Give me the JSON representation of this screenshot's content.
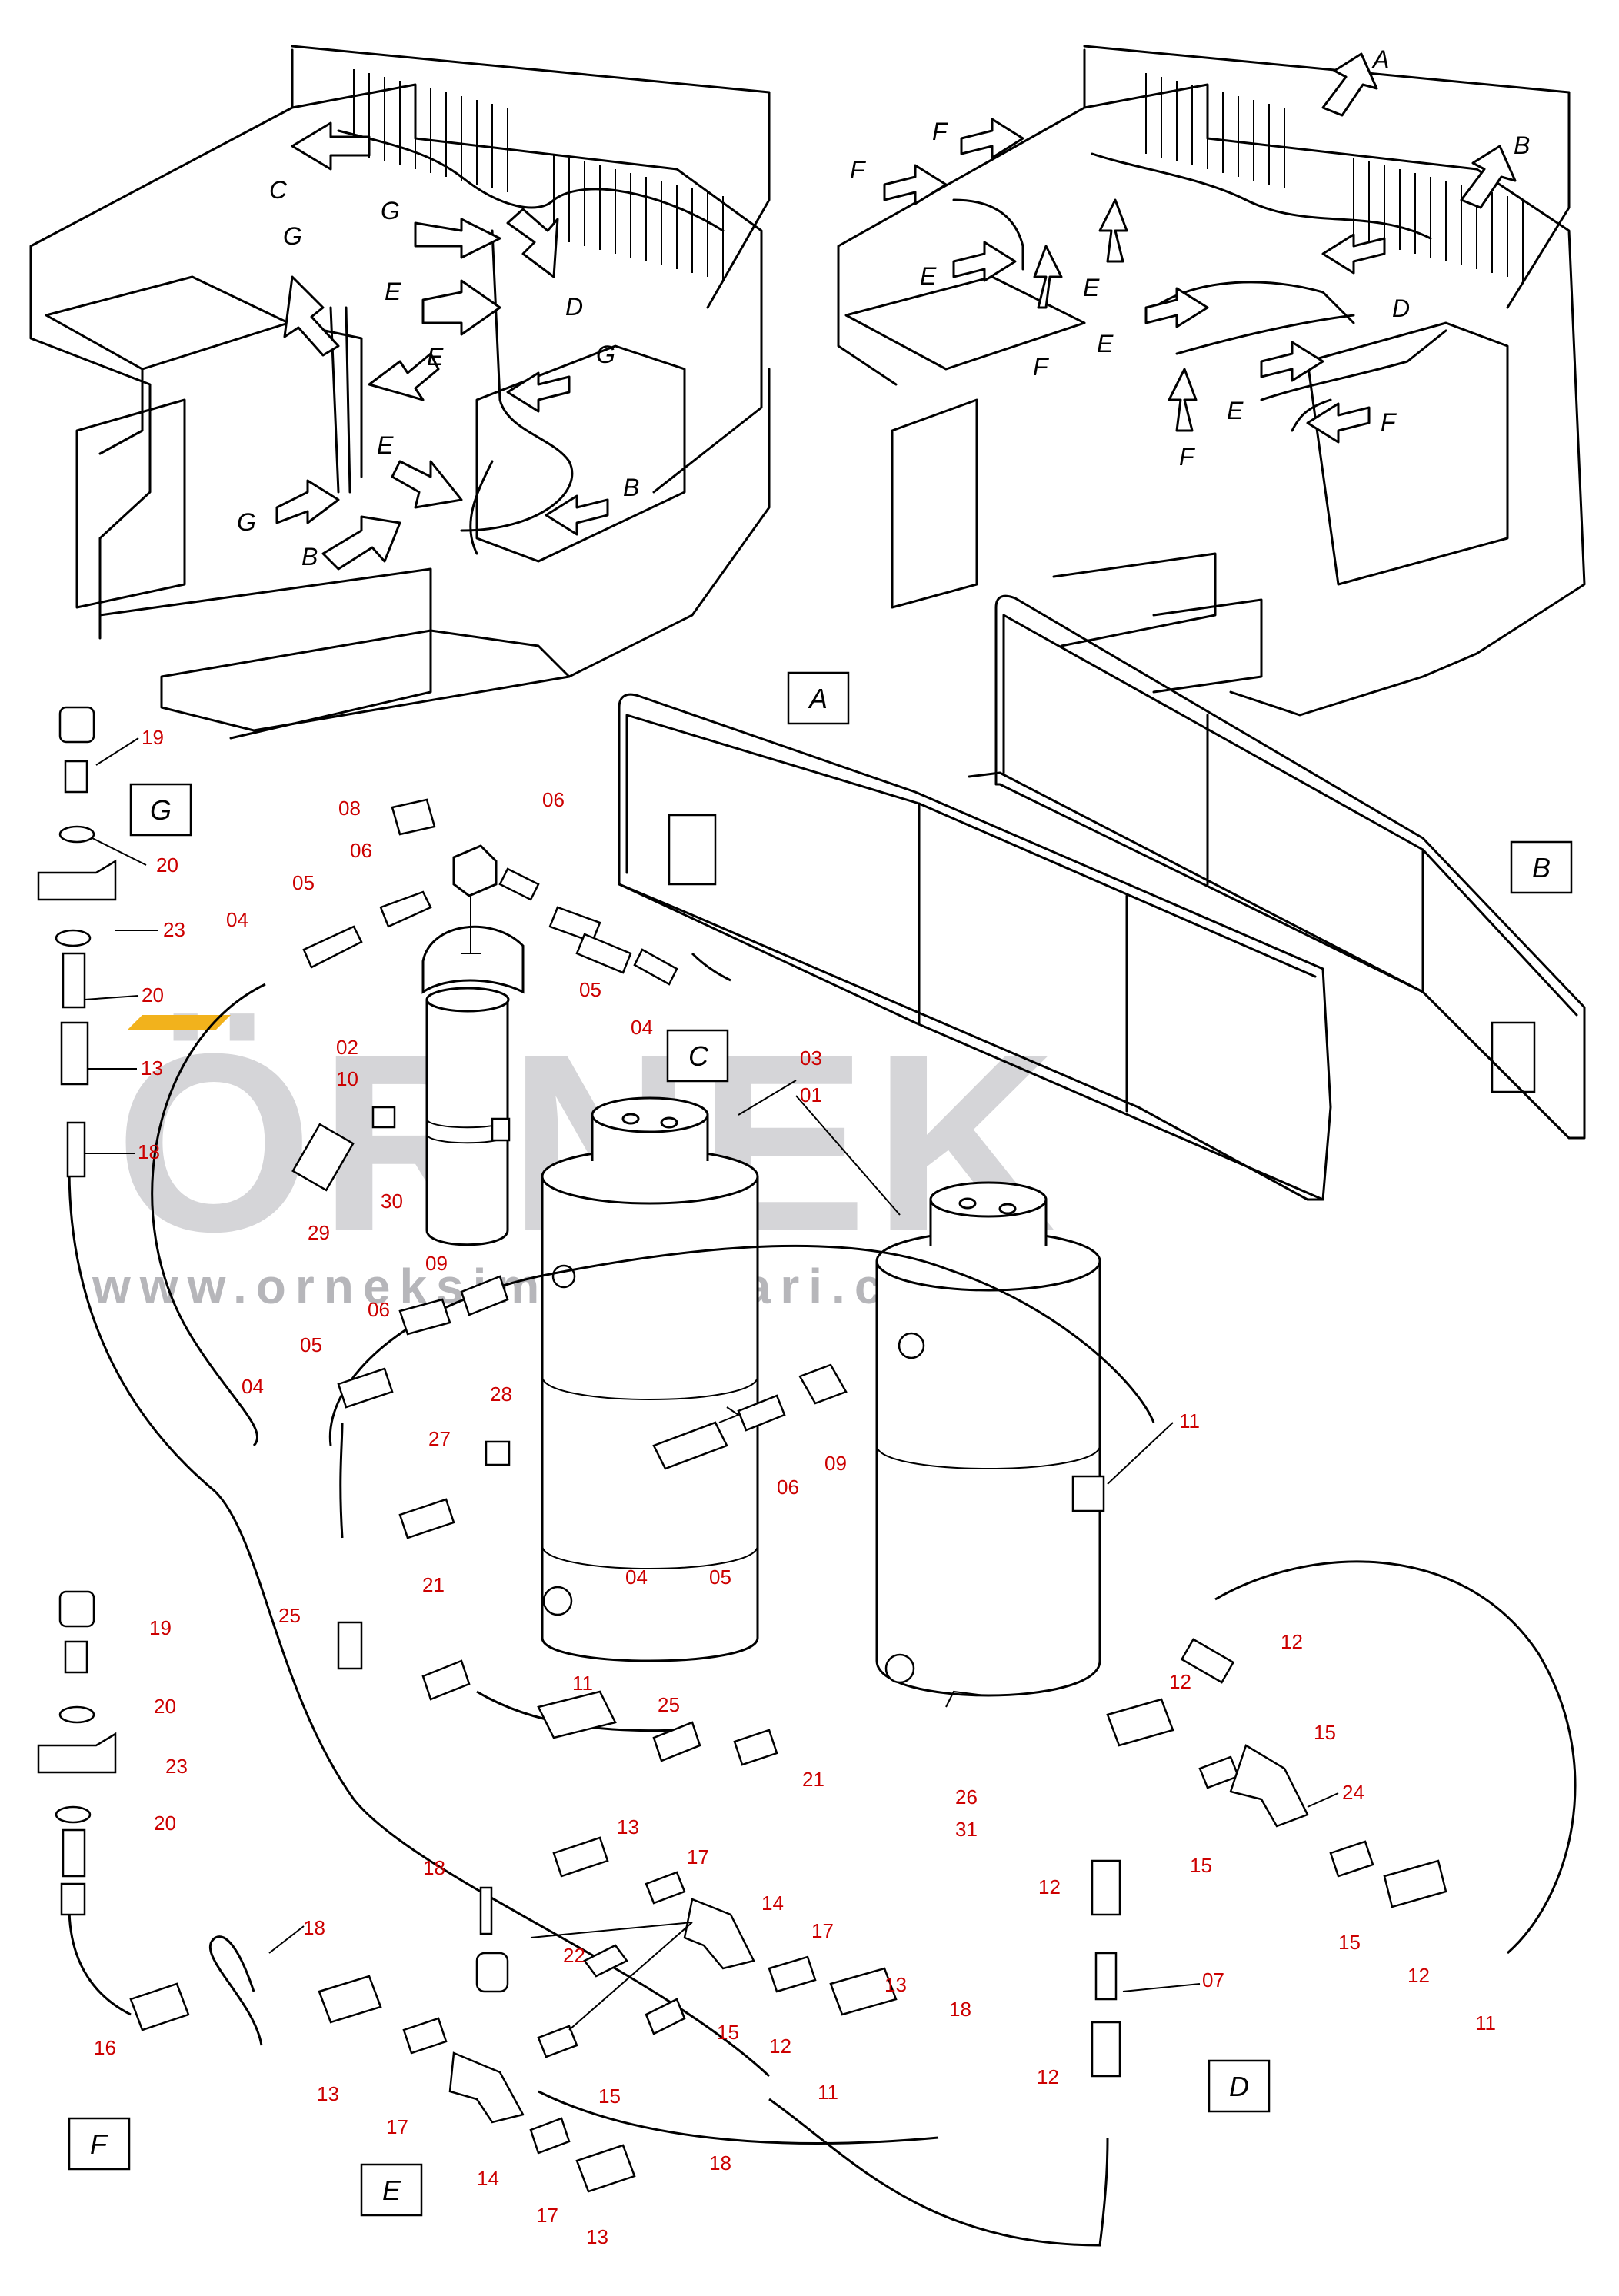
{
  "watermark": {
    "brand": "ÖRNEK",
    "url": "www.orneksimakinalari.com.tr",
    "colors": {
      "brand": "#d5d5d8",
      "url": "#b6b6ba",
      "accent": "#f2b21c"
    }
  },
  "views": {
    "A": "A",
    "B": "B",
    "C": "C",
    "D": "D",
    "E": "E",
    "F": "F",
    "G": "G"
  },
  "callouts": [
    "A",
    "B",
    "C",
    "D",
    "E",
    "F",
    "G"
  ],
  "part_numbers": [
    "01",
    "02",
    "03",
    "04",
    "05",
    "06",
    "07",
    "08",
    "09",
    "10",
    "11",
    "12",
    "13",
    "14",
    "15",
    "16",
    "17",
    "18",
    "19",
    "20",
    "21",
    "22",
    "23",
    "24",
    "25",
    "26",
    "27",
    "28",
    "29",
    "30",
    "31"
  ],
  "colors": {
    "part_number": "#cc0000",
    "line": "#000000"
  }
}
